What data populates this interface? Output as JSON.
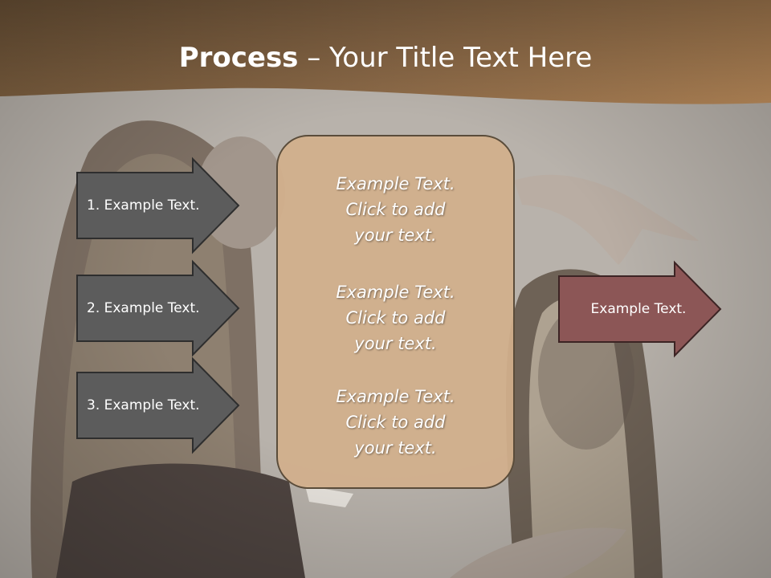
{
  "title": {
    "bold": "Process",
    "rest": " – Your Title Text Here"
  },
  "left_arrows": [
    {
      "label": "1. Example Text."
    },
    {
      "label": "2. Example Text."
    },
    {
      "label": "3. Example Text."
    }
  ],
  "center_blocks": [
    {
      "line1": "Example Text.",
      "line2": "Click  to add",
      "line3": "your text."
    },
    {
      "line1": "Example Text.",
      "line2": "Click  to add",
      "line3": "your text."
    },
    {
      "line1": "Example Text.",
      "line2": "Click  to add",
      "line3": "your text."
    }
  ],
  "right_arrow": {
    "label": "Example Text."
  },
  "colors": {
    "header_band": "#a57b50",
    "left_arrow_fill": "#5c5c5c",
    "right_arrow_fill": "#8c5656",
    "center_box_fill": "#d2af8c"
  }
}
